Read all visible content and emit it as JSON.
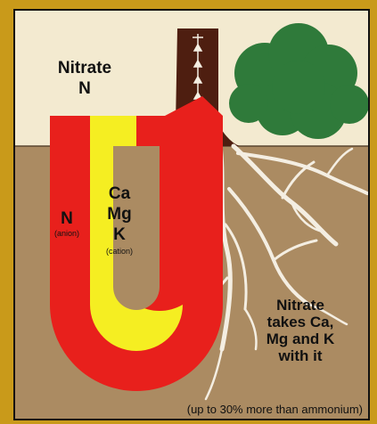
{
  "top_label": {
    "line1": "Nitrate",
    "line2": "N"
  },
  "anion": {
    "symbol": "N",
    "note": "(anion)"
  },
  "cations": {
    "line1": "Ca",
    "line2": "Mg",
    "line3": "K",
    "note": "(cation)"
  },
  "caption": {
    "line1": "Nitrate",
    "line2": "takes Ca,",
    "line3": "Mg and K",
    "line4": "with it"
  },
  "footnote": "(up to 30% more than ammonium)",
  "colors": {
    "background_frame": "#c99a1a",
    "sky": "#f3ead0",
    "soil": "#ab8b62",
    "trunk": "#4e1e10",
    "tree": "#2f7a3a",
    "magnet_outer": "#e8201c",
    "magnet_inner": "#f5ee22",
    "roots": "#f4eee2"
  },
  "icons": [
    "tree-icon",
    "trunk-icon",
    "roots-icon",
    "magnet-icon",
    "upward-arrow-icon"
  ]
}
